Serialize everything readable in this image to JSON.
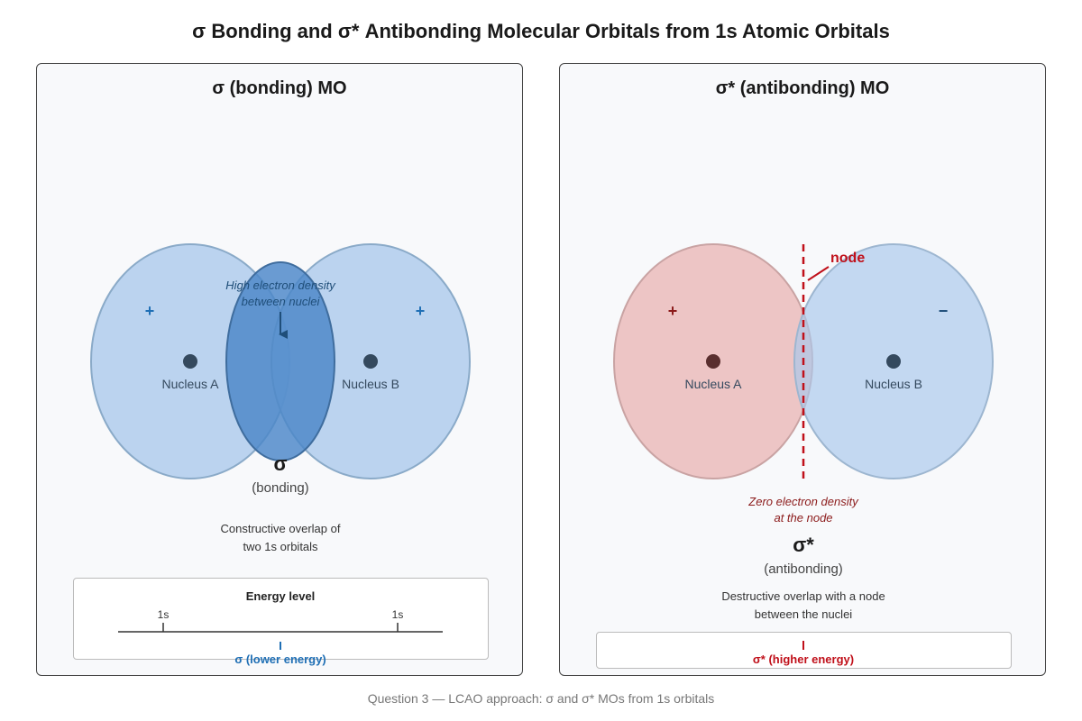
{
  "title": "σ Bonding and σ* Antibonding Molecular Orbitals from 1s Atomic Orbitals",
  "colors": {
    "blue_orbital": "#a9c8ec",
    "blue_bond": "#4a86c8",
    "red_orbital": "#eab3b3",
    "nucleus": "#34495e",
    "node_red": "#c0101a",
    "sigma_blue": "#1f6fb5",
    "dark_red": "#8b1a1a"
  },
  "bonding": {
    "title": "σ (bonding) MO",
    "phase_left": "+",
    "phase_right": "+",
    "nucleus_a": "Nucleus A",
    "nucleus_b": "Nucleus B",
    "density_line1": "High electron density",
    "density_line2": "between nuclei",
    "symbol": "σ",
    "symbol_sub": "(bonding)",
    "desc_line1": "Constructive overlap of",
    "desc_line2": "two 1s orbitals",
    "energy_title": "Energy level",
    "energy_ao_left": "1s",
    "energy_ao_right": "1s",
    "energy_mo_label": "σ (lower energy)"
  },
  "antibonding": {
    "title": "σ* (antibonding) MO",
    "phase_left": "+",
    "phase_right": "−",
    "nucleus_a": "Nucleus A",
    "nucleus_b": "Nucleus B",
    "node_label": "node",
    "zero_line1": "Zero electron density",
    "zero_line2": "at the node",
    "symbol": "σ*",
    "symbol_sub": "(antibonding)",
    "desc_line1": "Destructive overlap with a node",
    "desc_line2": "between the nuclei",
    "energy_mo_label": "σ* (higher energy)"
  },
  "footer": "Question 3 — LCAO approach: σ and σ* MOs from 1s orbitals"
}
